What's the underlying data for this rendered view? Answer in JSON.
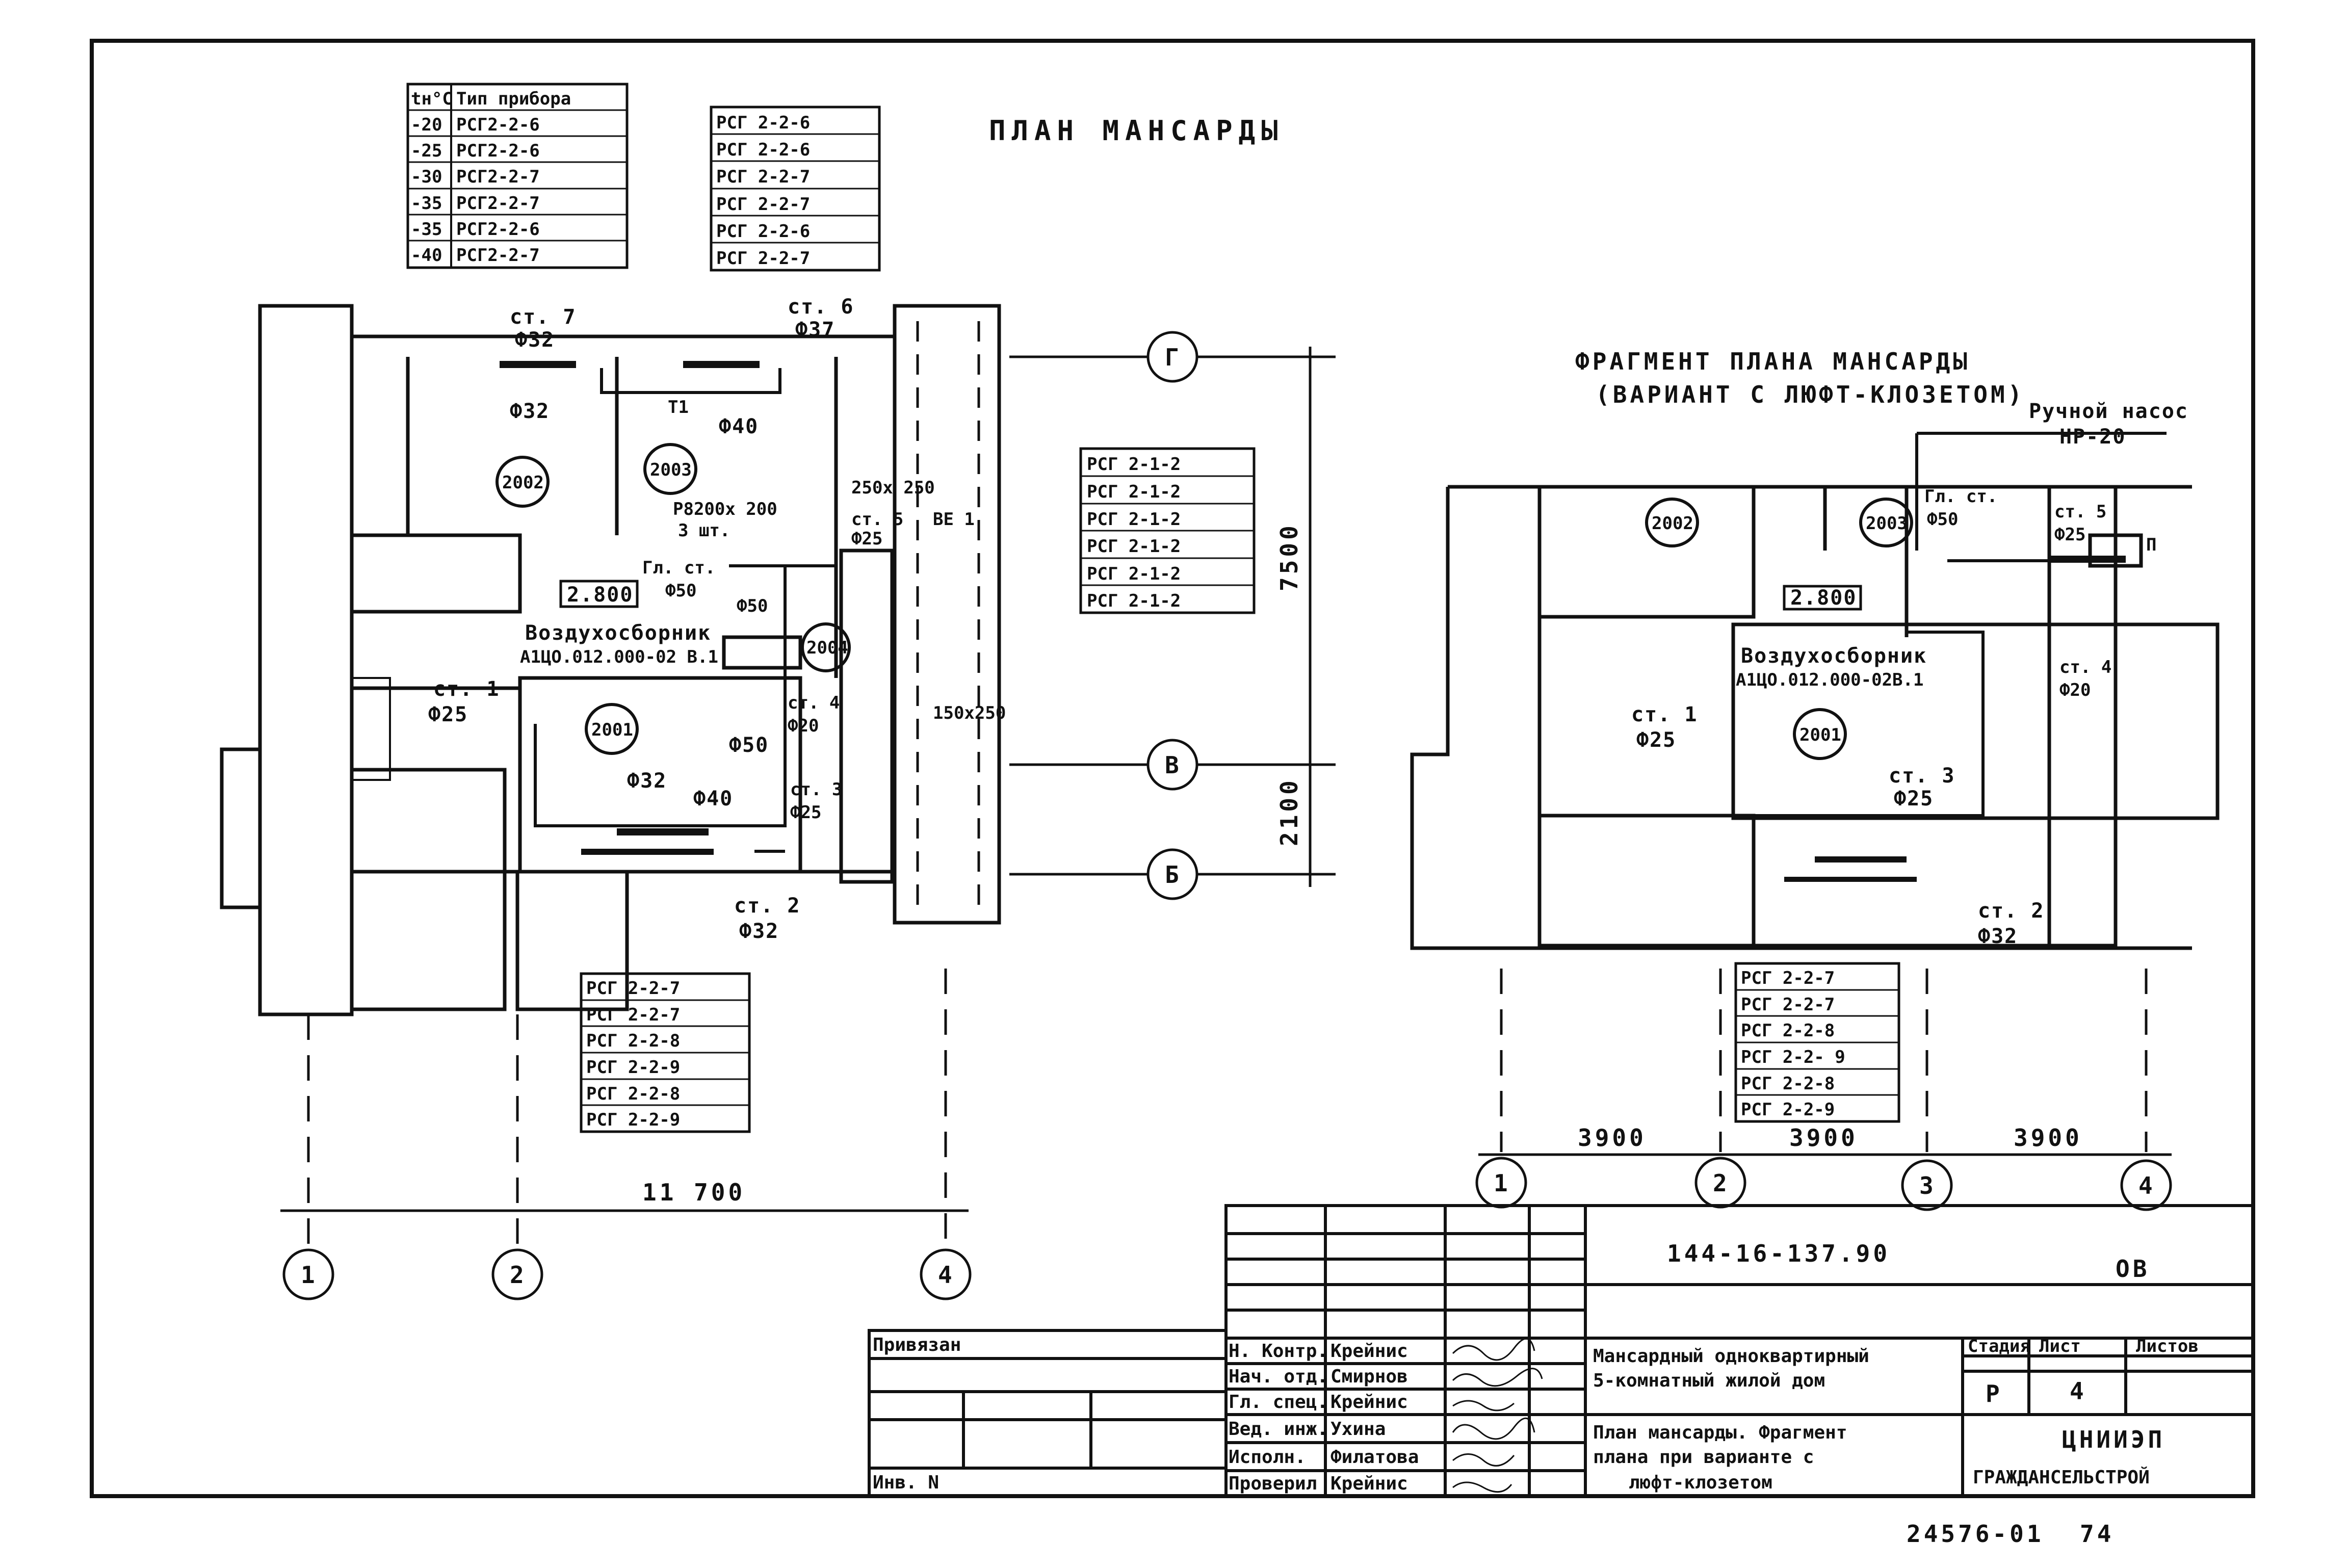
{
  "main_plan": {
    "title": "ПЛАН МАНСАРДЫ",
    "temp_table": {
      "headers": [
        "tн°C",
        "Тип прибора"
      ],
      "rows": [
        [
          "-20",
          "РСГ2-2-6"
        ],
        [
          "-25",
          "РСГ2-2-6"
        ],
        [
          "-30",
          "РСГ2-2-7"
        ],
        [
          "-35",
          "РСГ2-2-7"
        ],
        [
          "-35",
          "РСГ2-2-6"
        ],
        [
          "-40",
          "РСГ2-2-7"
        ]
      ]
    },
    "table_top": [
      "РСГ 2-2-6",
      "РСГ 2-2-6",
      "РСГ 2-2-7",
      "РСГ 2-2-7",
      "РСГ 2-2-6",
      "РСГ 2-2-7"
    ],
    "table_mid": [
      "РСГ 2-1-2",
      "РСГ 2-1-2",
      "РСГ 2-1-2",
      "РСГ 2-1-2",
      "РСГ 2-1-2",
      "РСГ 2-1-2"
    ],
    "table_bottom": [
      "РСГ 2-2-7",
      "РСГ 2-2-7",
      "РСГ 2-2-8",
      "РСГ 2-2-9",
      "РСГ 2-2-8",
      "РСГ 2-2-9"
    ],
    "rooms": [
      "2002",
      "2003",
      "2001",
      "2004"
    ],
    "elevation": "2.800",
    "air_collector": "Воздухосборник",
    "air_collector_code": "А1ЦО.012.000-02 В.1",
    "grille": "Р8200х 200",
    "grille_qty": "3 шт.",
    "main_riser": "Гл. ст.",
    "vent": "ВЕ 1",
    "duct_1": "250х 250",
    "duct_2": "150х250",
    "risers": [
      "ст. 7",
      "ст. 6",
      "ст. 5",
      "ст. 1",
      "ст. 4",
      "ст. 3",
      "ст. 2"
    ],
    "diameters": [
      "Ф32",
      "Ф40",
      "Ф50",
      "Ф25",
      "Ф20",
      "Ф32",
      "Ф40",
      "Ф50",
      "Ф25",
      "Ф32",
      "Ф32",
      "Ф37",
      "Ф25",
      "Ф50"
    ],
    "t1": "Т1",
    "axes_letters": [
      "Г",
      "В",
      "Б"
    ],
    "dims_vertical": [
      "7500",
      "2100"
    ],
    "dim_horizontal": "11 700",
    "axes_numbers": [
      "1",
      "2",
      "4"
    ]
  },
  "fragment": {
    "title_1": "ФРАГМЕНТ ПЛАНА МАНСАРДЫ",
    "title_2": "(ВАРИАНТ С ЛЮФТ-КЛОЗЕТОМ)",
    "pump_1": "Ручной насос",
    "pump_2": "НР-20",
    "rooms": [
      "2002",
      "2003",
      "2001"
    ],
    "elevation": "2.800",
    "air_collector": "Воздухосборник",
    "air_collector_code": "А1ЦО.012.000-02В.1",
    "main_riser": "Гл. ст.",
    "main_riser_d": "Ф50",
    "risers": [
      "ст. 5",
      "ст. 4",
      "ст. 1",
      "ст. 3",
      "ст. 2"
    ],
    "diameters": [
      "Ф25",
      "Ф20",
      "Ф25",
      "Ф25",
      "Ф32"
    ],
    "p_label": "П",
    "table": [
      "РСГ 2-2-7",
      "РСГ 2-2-7",
      "РСГ 2-2-8",
      "РСГ 2-2- 9",
      "РСГ 2-2-8",
      "РСГ 2-2-9"
    ],
    "dims": [
      "3900",
      "3900",
      "3900"
    ],
    "axes_numbers": [
      "1",
      "2",
      "3",
      "4"
    ]
  },
  "title_block": {
    "code": "144-16-137.90",
    "mark": "ОВ",
    "privyazan": "Привязан",
    "inv": "Инв. N",
    "roles": [
      "Н. Контр.",
      "Нач. отд.",
      "Гл. спец.",
      "Вед. инж.",
      "Исполн.",
      "Проверил"
    ],
    "names": [
      "Крейнис",
      "Смирнов",
      "Крейнис",
      "Ухина",
      "Филатова",
      "Крейнис"
    ],
    "project_title_1": "Мансардный одноквартирный",
    "project_title_2": "5-комнатный жилой дом",
    "sheet_title_1": "План мансарды. Фрагмент",
    "sheet_title_2": "плана при варианте с",
    "sheet_title_3": "люфт-клозетом",
    "stage_header": "Стадия",
    "sheet_header": "Лист",
    "sheets_header": "Листов",
    "stage": "Р",
    "sheet": "4",
    "org_1": "ЦНИИЭП",
    "org_2": "ГРАЖДАНСЕЛЬСТРОЙ",
    "footer_num": "24576-01",
    "footer_page": "74"
  }
}
